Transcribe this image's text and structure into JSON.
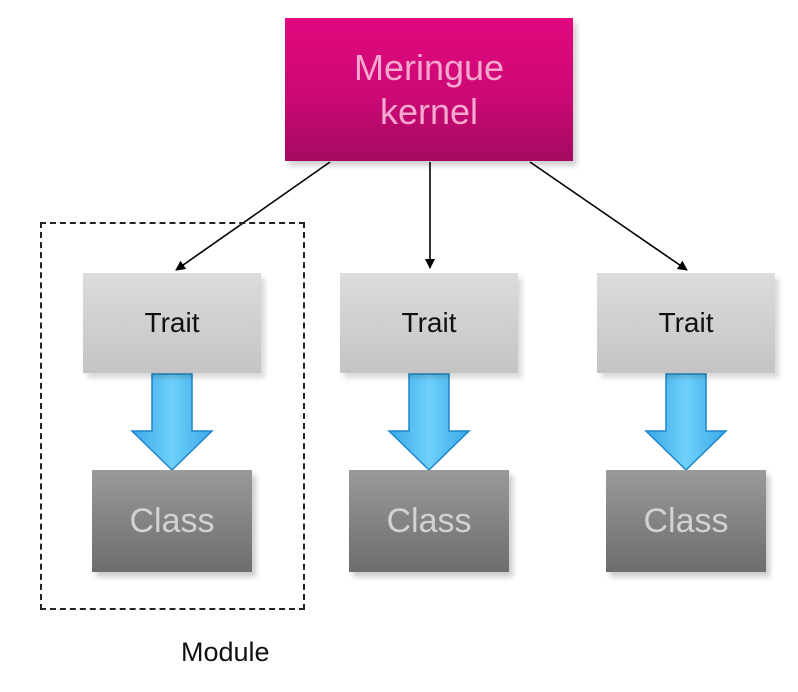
{
  "diagram": {
    "kernel": {
      "line1": "Meringue",
      "line2": "kernel"
    },
    "columns": [
      {
        "trait_label": "Trait",
        "class_label": "Class"
      },
      {
        "trait_label": "Trait",
        "class_label": "Class"
      },
      {
        "trait_label": "Trait",
        "class_label": "Class"
      }
    ],
    "module_label": "Module"
  },
  "colors": {
    "kernel": "#cc0875",
    "kernel_text": "#f7a8cf",
    "trait": "#cfcfcf",
    "class": "#808080",
    "class_text": "#d2d2d2",
    "inheritance_arrow": "#5bc2f5"
  }
}
